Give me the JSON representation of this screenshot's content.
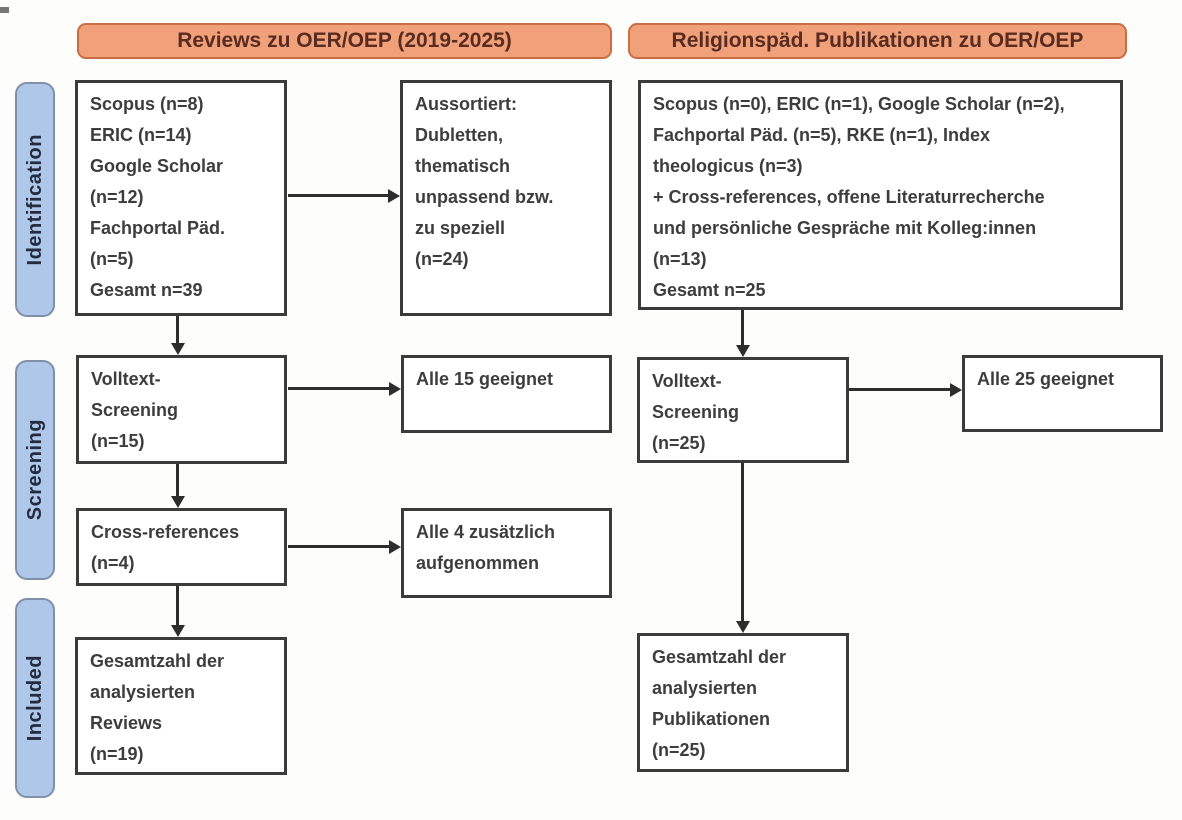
{
  "stages": {
    "identification": "Identification",
    "screening": "Screening",
    "included": "Included"
  },
  "left": {
    "header": "Reviews zu OER/OEP (2019-2025)",
    "sources": "Scopus (n=8)\nERIC (n=14)\nGoogle Scholar\n(n=12)\nFachportal Päd.\n(n=5)\nGesamt n=39",
    "sorted_out": "Aussortiert:\nDubletten,\nthematisch\nunpassend bzw.\nzu speziell\n(n=24)",
    "fulltext": "Volltext-\nScreening\n(n=15)",
    "eligible": "Alle 15 geeignet",
    "cross_references": "Cross-references\n(n=4)",
    "added": "Alle 4 zusätzlich\naufgenommen",
    "total": "Gesamtzahl der\nanalysierten\nReviews\n(n=19)"
  },
  "right": {
    "header": "Religionspäd. Publikationen zu OER/OEP",
    "sources": "Scopus (n=0), ERIC (n=1), Google Scholar (n=2),\nFachportal Päd. (n=5), RKE (n=1), Index\ntheologicus (n=3)\n+ Cross-references, offene Literaturrecherche\nund persönliche Gespräche mit Kolleg:innen\n(n=13)\nGesamt n=25",
    "fulltext": "Volltext-\nScreening\n(n=25)",
    "eligible": "Alle 25 geeignet",
    "total": "Gesamtzahl der\nanalysierten\nPublikationen\n(n=25)"
  },
  "colors": {
    "header_fill": "#F0A179",
    "header_border": "#CA6D42",
    "header_text": "#5A2B21",
    "stage_fill": "#AFC7E9",
    "stage_border": "#8090AA",
    "stage_text": "#232C40",
    "box_border": "#3B3B3B",
    "box_text": "#3D3D3D",
    "arrow": "#2D2D2D",
    "background": "#FDFDFC"
  }
}
